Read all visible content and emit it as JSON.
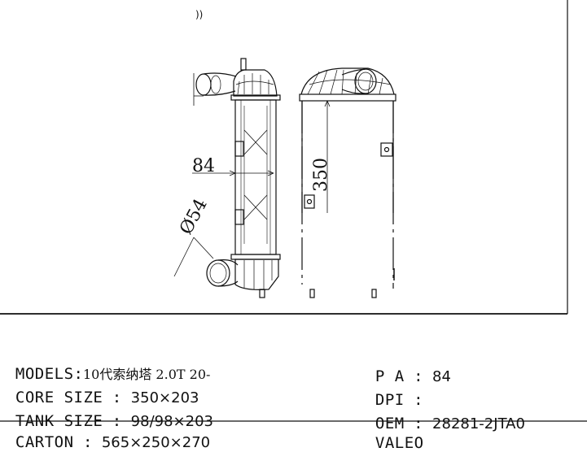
{
  "drawing": {
    "top_mark": "))",
    "dimensions": {
      "width": "84",
      "diameter": "Ø54",
      "length": "350"
    }
  },
  "specs_left": [
    {
      "label": "MODELS",
      "sep": ":",
      "value": "10代索纳塔 2.0T 20-"
    },
    {
      "label": "CORE SIZE",
      "sep": " : ",
      "value": "350×203"
    },
    {
      "label": "TANK SIZE",
      "sep": " : ",
      "value": "98/98×203"
    },
    {
      "label": "CARTON",
      "sep": " : ",
      "value": "565×250×270"
    }
  ],
  "specs_right": [
    {
      "label": "P A",
      "sep": " : ",
      "value": "84"
    },
    {
      "label": "DPI",
      "sep": " : ",
      "value": ""
    },
    {
      "label": "OEM",
      "sep": " : ",
      "value": "28281-2JTA0"
    },
    {
      "label": "VALEO",
      "sep": "",
      "value": ""
    }
  ]
}
